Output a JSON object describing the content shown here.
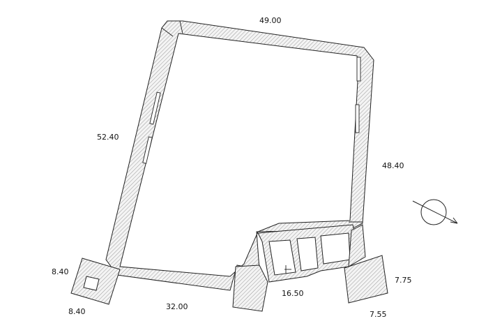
{
  "plan": {
    "dimensions": {
      "north_wall": "49.00",
      "west_wall": "52.40",
      "east_wall": "48.40",
      "south_wall": "32.00",
      "gate_width": "16.50",
      "west_tower_height": "8.40",
      "west_tower_width": "8.40",
      "east_tower_height": "7.75",
      "east_tower_width": "7.55"
    },
    "north_arrow": {
      "icon": "north-arrow-icon"
    },
    "colors": {
      "line": "#222222",
      "hatch": "#9a9a9a",
      "background": "#ffffff"
    }
  }
}
